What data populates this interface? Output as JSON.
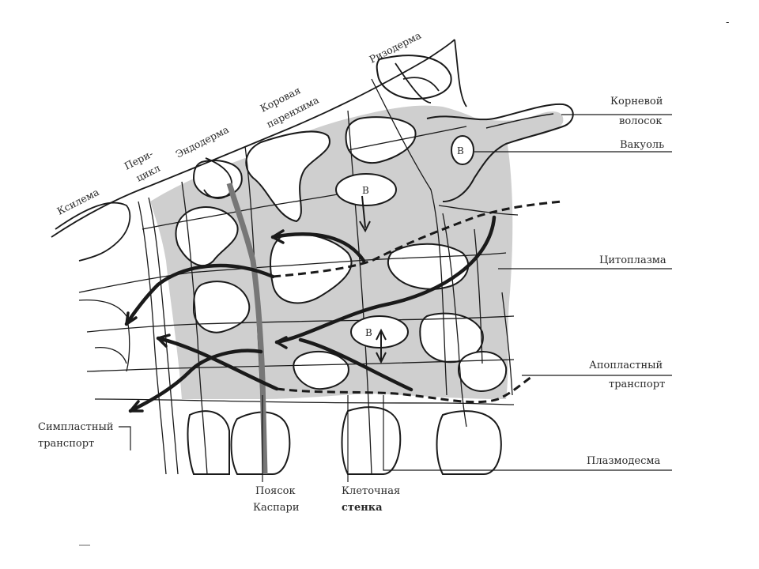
{
  "corner_mark": "-",
  "zones": {
    "xylem": "Ксилема",
    "pericycle_1": "Пери-",
    "pericycle_2": "цикл",
    "endoderm": "Эндодерма",
    "cortex_1": "Коровая",
    "cortex_2": "паренхима",
    "rhizoderm": "Ризодерма"
  },
  "labels": {
    "root_hair_1": "Корневой",
    "root_hair_2": "волосок",
    "vacuole": "Вакуоль",
    "cytoplasm": "Цитоплазма",
    "apoplast_1": "Апопластный",
    "apoplast_2": "транспорт",
    "plasmodesma": "Плазмодесма",
    "symplast_1": "Симпластный",
    "symplast_2": "транспорт",
    "casparian_1": "Поясок",
    "casparian_2": "Каспари",
    "cell_wall_1": "Клеточная",
    "cell_wall_2": "стенка"
  },
  "vacuole_mark": "В",
  "colors": {
    "cytoplasm": "#cfcfcf",
    "ink": "#1a1a1a",
    "casparian": "#777777"
  }
}
